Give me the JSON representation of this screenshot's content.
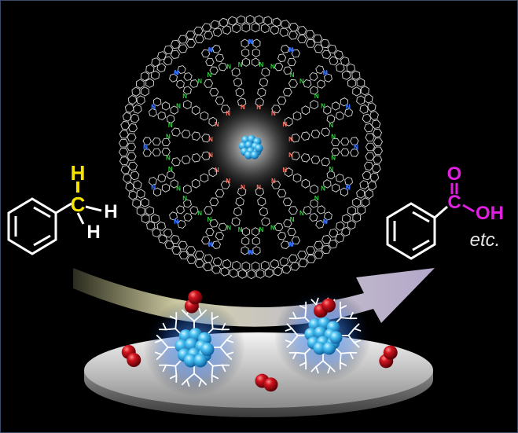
{
  "reactant": {
    "h_top": "H",
    "c": "C",
    "h_right": "H",
    "h_bottom": "H",
    "h_top_color": "#f5e400",
    "c_color": "#f5e400"
  },
  "product": {
    "o_top": "O",
    "c": "C",
    "oh": "OH",
    "etc": "etc.",
    "color": "#e020e0"
  },
  "dendrimer": {
    "n_atom": "N",
    "core_color": "#3ab8f0",
    "inner_n_color": "#ff7060",
    "mid_n_color": "#30d040",
    "outer_n_color": "#3070ff"
  },
  "colors": {
    "background": "#000000",
    "oxygen_molecule": "#c8101a",
    "arrow": "#d8cfe8",
    "support": "#a8a8a8"
  },
  "icons": [
    "dendrimer-encapsulated-cluster-icon",
    "oxygen-molecule-icon",
    "benzene-ring-icon",
    "reaction-arrow-icon"
  ]
}
